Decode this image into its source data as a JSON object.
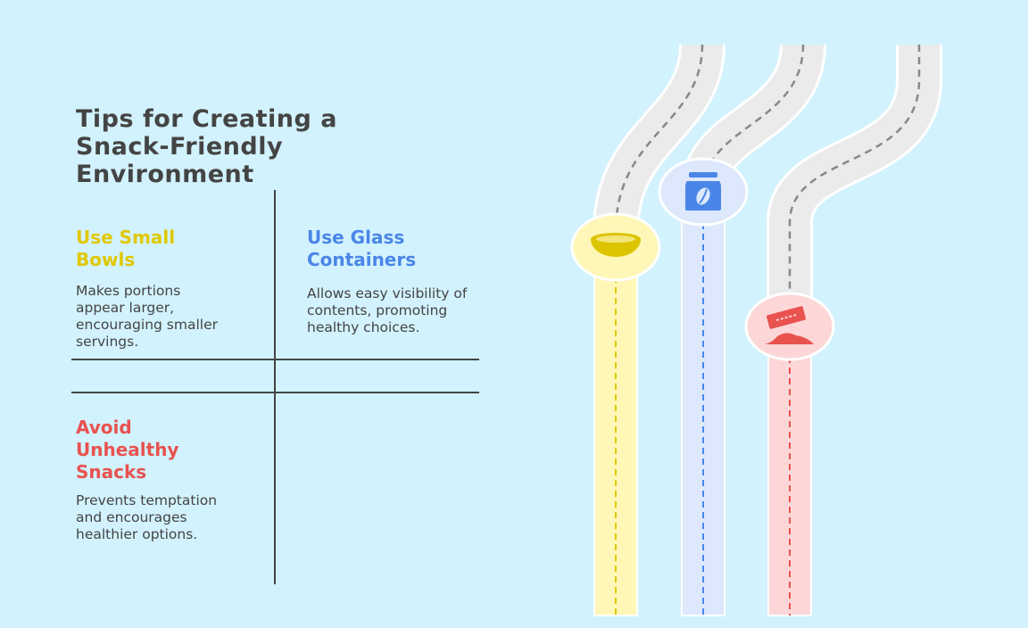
{
  "title": "Tips for Creating a Snack-Friendly Environment",
  "tips": [
    {
      "heading": "Use Small Bowls",
      "description": "Makes portions appear larger, encouraging smaller servings.",
      "color": "#e0c800",
      "icon": "bowl-icon"
    },
    {
      "heading": "Use Glass Containers",
      "description": "Allows easy visibility of contents, promoting healthy choices.",
      "color": "#4a86e8",
      "icon": "jar-icon"
    },
    {
      "heading": "Avoid Unhealthy Snacks",
      "description": "Prevents temptation and encourages healthier options.",
      "color": "#e8524f",
      "icon": "razor-blade-icon"
    }
  ]
}
